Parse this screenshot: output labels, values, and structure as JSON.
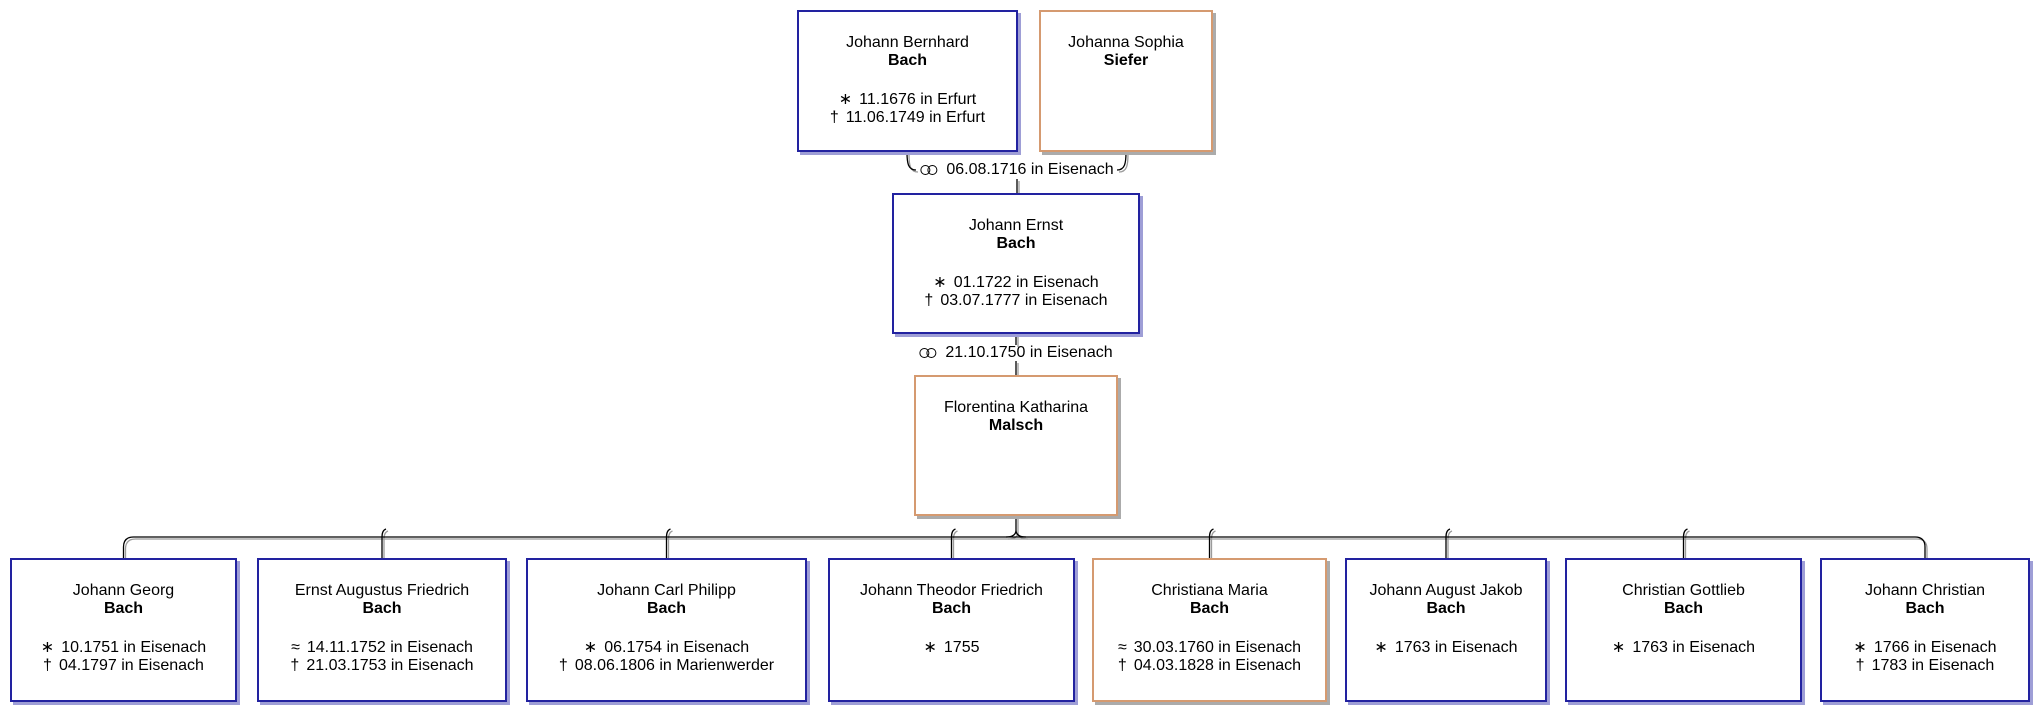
{
  "diagram_type": "family-tree",
  "colors": {
    "background": "#ffffff",
    "male_border": "#2222a0",
    "female_border": "#d59a70",
    "male_shadow": "#9e9ed6",
    "female_shadow": "#ababab",
    "line": "#000000",
    "line_shadow": "#9b9b9b",
    "text": "#000000"
  },
  "symbols_legend": {
    "birth": "∗",
    "baptism": "≈",
    "death": "†",
    "marriage_icon": "marriage-rings-icon"
  },
  "marriages": [
    {
      "icon": "marriage-rings-icon",
      "text": "06.08.1716 in Eisenach"
    },
    {
      "icon": "marriage-rings-icon",
      "text": "21.10.1750 in Eisenach"
    }
  ],
  "persons": [
    {
      "given": "Johann Bernhard",
      "surname": "Bach",
      "sex": "male",
      "events": [
        {
          "symbol": "∗",
          "text": "11.1676 in Erfurt"
        },
        {
          "symbol": "†",
          "text": "11.06.1749 in Erfurt"
        }
      ]
    },
    {
      "given": "Johanna Sophia",
      "surname": "Siefer",
      "sex": "female",
      "events": []
    },
    {
      "given": "Johann Ernst",
      "surname": "Bach",
      "sex": "male",
      "events": [
        {
          "symbol": "∗",
          "text": "01.1722 in Eisenach"
        },
        {
          "symbol": "†",
          "text": "03.07.1777 in Eisenach"
        }
      ]
    },
    {
      "given": "Florentina Katharina",
      "surname": "Malsch",
      "sex": "female",
      "events": []
    },
    {
      "given": "Johann Georg",
      "surname": "Bach",
      "sex": "male",
      "events": [
        {
          "symbol": "∗",
          "text": "10.1751 in Eisenach"
        },
        {
          "symbol": "†",
          "text": "04.1797 in Eisenach"
        }
      ]
    },
    {
      "given": "Ernst Augustus Friedrich",
      "surname": "Bach",
      "sex": "male",
      "events": [
        {
          "symbol": "≈",
          "text": "14.11.1752 in Eisenach"
        },
        {
          "symbol": "†",
          "text": "21.03.1753 in Eisenach"
        }
      ]
    },
    {
      "given": "Johann Carl Philipp",
      "surname": "Bach",
      "sex": "male",
      "events": [
        {
          "symbol": "∗",
          "text": "06.1754 in Eisenach"
        },
        {
          "symbol": "†",
          "text": "08.06.1806 in Marienwerder"
        }
      ]
    },
    {
      "given": "Johann Theodor Friedrich",
      "surname": "Bach",
      "sex": "male",
      "events": [
        {
          "symbol": "∗",
          "text": "1755"
        }
      ]
    },
    {
      "given": "Christiana Maria",
      "surname": "Bach",
      "sex": "female",
      "events": [
        {
          "symbol": "≈",
          "text": "30.03.1760 in Eisenach"
        },
        {
          "symbol": "†",
          "text": "04.03.1828 in Eisenach"
        }
      ]
    },
    {
      "given": "Johann August Jakob",
      "surname": "Bach",
      "sex": "male",
      "events": [
        {
          "symbol": "∗",
          "text": "1763 in Eisenach"
        }
      ]
    },
    {
      "given": "Christian Gottlieb",
      "surname": "Bach",
      "sex": "male",
      "events": [
        {
          "symbol": "∗",
          "text": "1763 in Eisenach"
        }
      ]
    },
    {
      "given": "Johann Christian",
      "surname": "Bach",
      "sex": "male",
      "events": [
        {
          "symbol": "∗",
          "text": "1766 in Eisenach"
        },
        {
          "symbol": "†",
          "text": "1783 in Eisenach"
        }
      ]
    }
  ]
}
